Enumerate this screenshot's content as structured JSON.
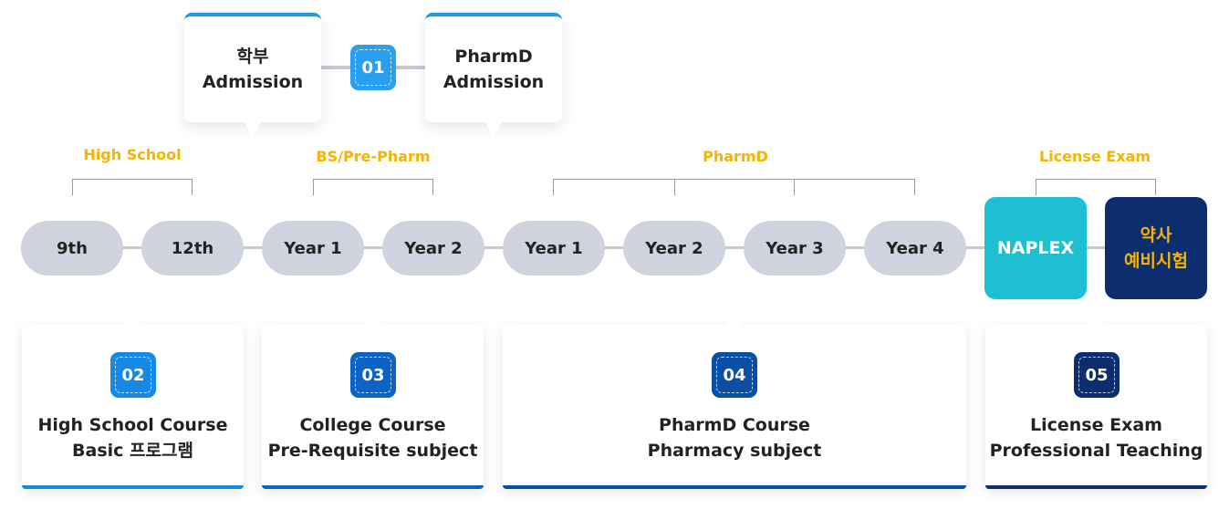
{
  "admission": {
    "undergrad": {
      "line1": "학부",
      "line2": "Admission"
    },
    "pharmd": {
      "line1": "PharmD",
      "line2": "Admission"
    },
    "badge": "01"
  },
  "categories": {
    "high_school": "High School",
    "bs_prepharm": "BS/Pre-Pharm",
    "pharmd": "PharmD",
    "license_exam": "License Exam"
  },
  "timeline": [
    "9th",
    "12th",
    "Year 1",
    "Year 2",
    "Year 1",
    "Year 2",
    "Year 3",
    "Year 4"
  ],
  "naplex": "NAPLEX",
  "prelim": {
    "line1": "약사",
    "line2": "예비시험"
  },
  "cards": [
    {
      "badge": "02",
      "line1": "High School Course",
      "line2": "Basic 프로그램"
    },
    {
      "badge": "03",
      "line1": "College Course",
      "line2": "Pre-Requisite subject"
    },
    {
      "badge": "04",
      "line1": "PharmD Course",
      "line2": "Pharmacy subject"
    },
    {
      "badge": "05",
      "line1": "License Exam",
      "line2": "Professional Teaching"
    }
  ],
  "colors": {
    "category_label": "#f5b400",
    "pill": "#d0d3de",
    "naplex": "#1dbfd0",
    "prelim_bg": "#0d2e6e",
    "prelim_text": "#f5b400",
    "badge_01": "#2a9ff0",
    "badge_02": "#1589e4",
    "badge_03": "#0b63c4",
    "badge_04": "#0a4ea6",
    "badge_05": "#0d2e6e"
  }
}
